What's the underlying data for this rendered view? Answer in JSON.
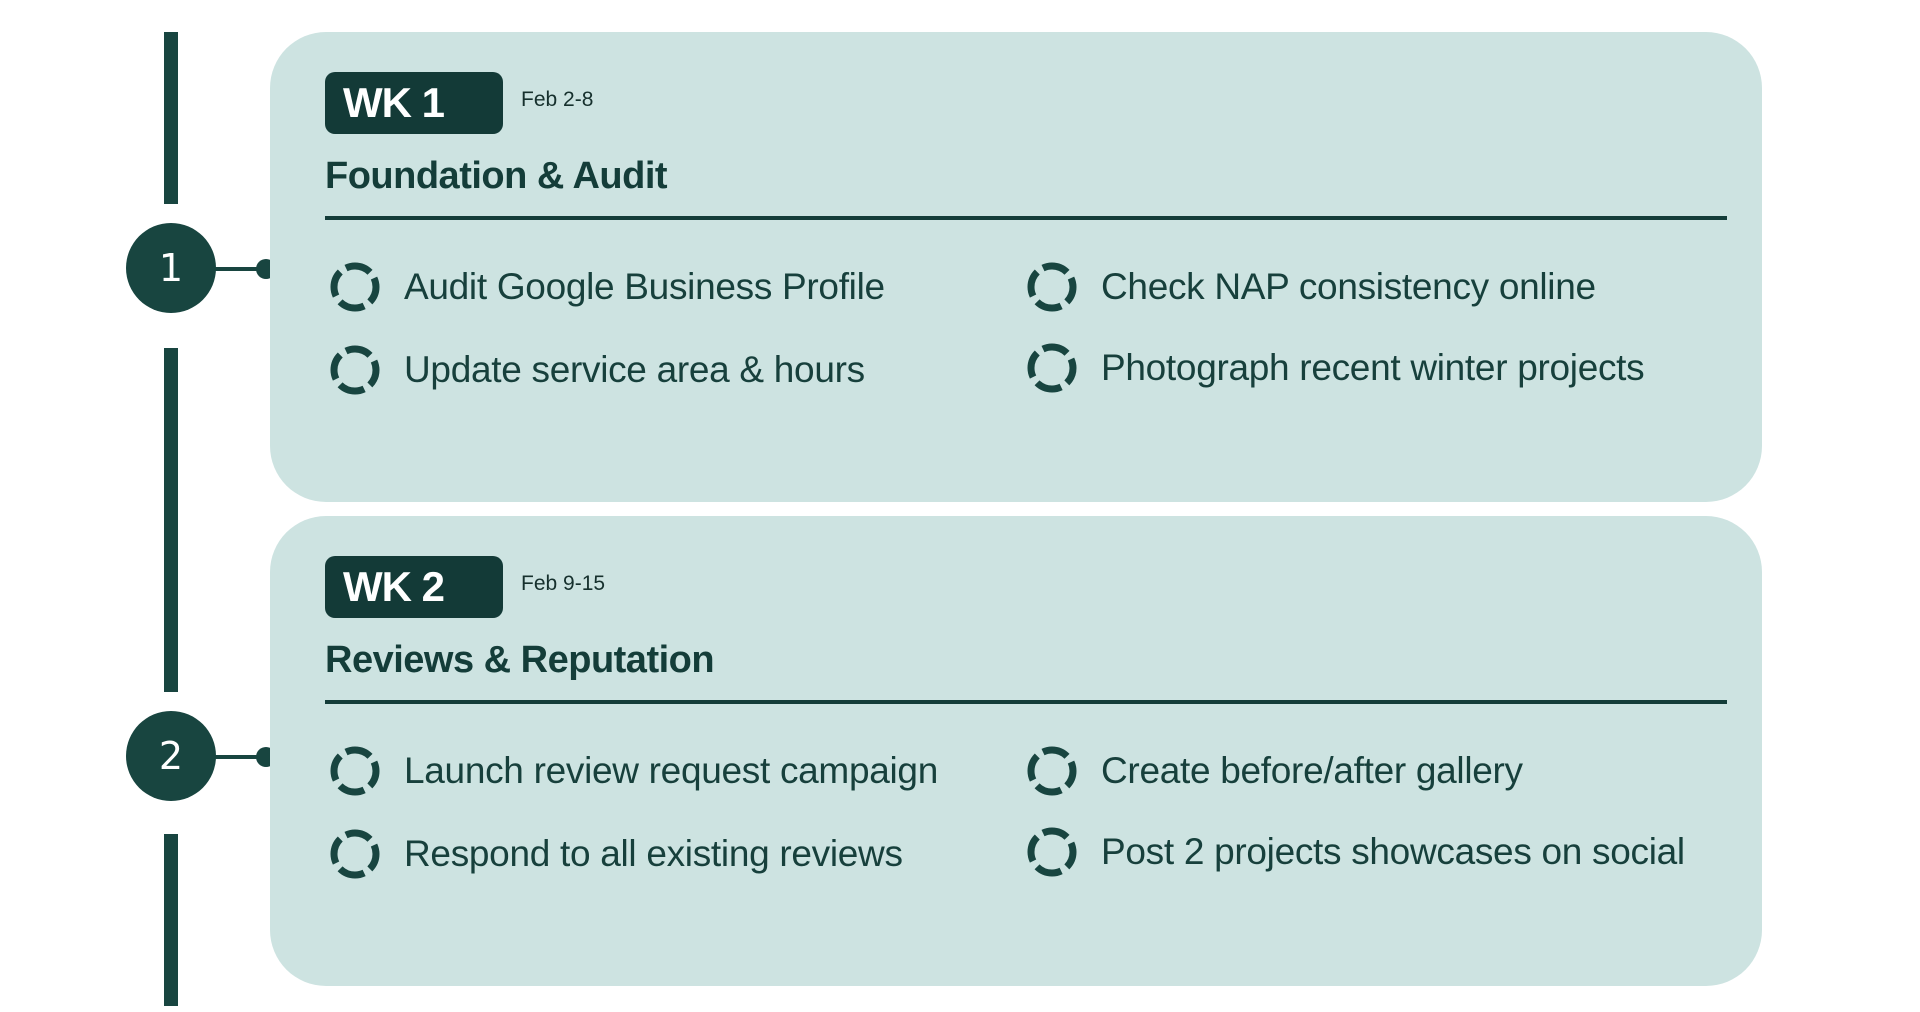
{
  "colors": {
    "dark_teal": "#184540",
    "card_background": "#cde3e1",
    "badge_background": "#133a37",
    "text": "#17403c"
  },
  "timeline": {
    "steps": [
      {
        "number": "1"
      },
      {
        "number": "2"
      }
    ]
  },
  "weeks": [
    {
      "badge": "WK 1",
      "dates": "Feb 2-8",
      "title": "Foundation & Audit",
      "tasks": [
        {
          "label": "Audit Google Business Profile",
          "icon": "progress-ring-icon"
        },
        {
          "label": "Check NAP consistency online",
          "icon": "progress-ring-icon"
        },
        {
          "label": "Update service area & hours",
          "icon": "progress-ring-icon"
        },
        {
          "label": "Photograph recent winter projects",
          "icon": "progress-ring-icon"
        }
      ]
    },
    {
      "badge": "WK 2",
      "dates": "Feb 9-15",
      "title": "Reviews & Reputation",
      "tasks": [
        {
          "label": "Launch review request campaign",
          "icon": "progress-ring-icon"
        },
        {
          "label": "Create before/after gallery",
          "icon": "progress-ring-icon"
        },
        {
          "label": "Respond to all existing reviews",
          "icon": "progress-ring-icon"
        },
        {
          "label": "Post 2 projects showcases on social",
          "icon": "progress-ring-icon"
        }
      ]
    }
  ]
}
